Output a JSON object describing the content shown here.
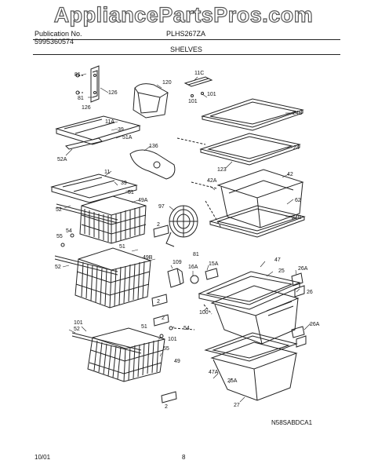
{
  "watermark": "AppliancePartsPros.com",
  "header": {
    "publication_label": "Publication No.",
    "publication_no": "5995360574",
    "model": "PLHS267ZA",
    "section": "SHELVES"
  },
  "callouts": {
    "c81a": "81",
    "c81b": "81",
    "c81c": "81",
    "c120": "120",
    "c126a": "126",
    "c126b": "126",
    "c11c": "11C",
    "c101a": "101",
    "c101b": "101",
    "c101c": "101",
    "c24b": "24B",
    "c24bb": "24B",
    "c11a": "11A",
    "c39a": "39",
    "c39b": "39",
    "c51a": "51A",
    "c52a": "52A",
    "c136": "136",
    "c24": "24",
    "c123": "123",
    "c42": "42",
    "c42a": "42A",
    "c62": "62",
    "c11": "11",
    "c51b": "51",
    "c51c": "51",
    "c51d": "51",
    "c49a": "49A",
    "c52": "52",
    "c52b": "52",
    "c52c": "52",
    "c97": "97",
    "c2a": "2",
    "c2b": "2",
    "c2c": "2",
    "c2d": "2",
    "c54a": "54",
    "c54b": "54",
    "c55a": "55",
    "c55b": "55",
    "c49b": "49B",
    "c49": "49",
    "c109": "109",
    "c16a": "16A",
    "c15a": "15A",
    "c47": "47",
    "c47a": "47A",
    "c25": "25",
    "c25a": "25A",
    "c26a": "26A",
    "c26aa": "26A",
    "c26": "26",
    "c100": "100",
    "c27": "27"
  },
  "diagram_code": "N58SABDCA1",
  "footer": {
    "date": "10/01",
    "page": "8"
  }
}
